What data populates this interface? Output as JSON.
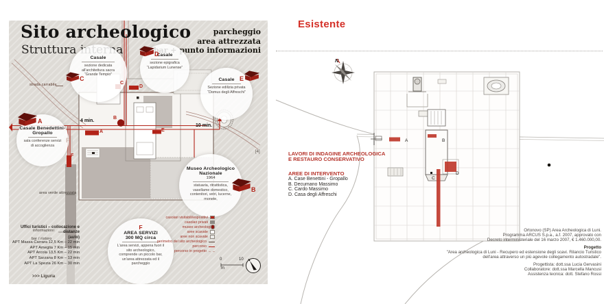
{
  "left_panel": {
    "title": "Sito archeologico",
    "subtitle": "Struttura interna",
    "services_note": {
      "lines": [
        "parcheggio",
        "area attrezzata",
        "bar + punto informazioni"
      ]
    },
    "callouts": {
      "casale_c": {
        "letter": "C",
        "title": "Casale",
        "desc": "sezione dedicata all'architettura sacra “Grande Tempio”"
      },
      "casale_d": {
        "letter": "D",
        "title": "Casale",
        "desc": "sezione epigrafica “Lapidarium Lunense”"
      },
      "casale_e": {
        "letter": "E",
        "title": "Casale",
        "desc": "Sezione edilizia privata “Domus degli Affreschi”"
      },
      "casale_a": {
        "letter": "A",
        "title": "Casale Benedettini-Gropallo",
        "desc": "sala conferenze servizi di accoglienza"
      },
      "museo_b": {
        "letter": "B",
        "title": "Museo Archeologico Nazionale",
        "year": "1964",
        "desc": "statuaria, ritrattistica, vasellame domestico, contenitori, vetri, lucerne, monete,"
      },
      "area_f": {
        "letter": "F",
        "title": "AREA SERVIZI",
        "subtitle": "300 MQ circa",
        "desc": "L'area servizi, appena fuori il sito archeologico, comprende un piccolo bar, un'area attrezzata ed il parcheggio"
      }
    },
    "map": {
      "labels": {
        "strada_carrabile": "strada carrabile",
        "informazioni": "informazioni",
        "bar_ristoro": "bar / ristoro",
        "area_verde": "area verde attrezzata",
        "walk_time_1": "4 min.",
        "walk_time_2": "10 min.",
        "parking": "P",
        "marker_a": "A",
        "marker_b": "B",
        "marker_c": "C",
        "marker_d": "D",
        "marker_e": "E",
        "marker_f": "F",
        "figure_ref": "[4]"
      }
    },
    "tourist_offices": {
      "heading": "Uffici turistici – collocazione e distanze",
      "heading_suffix": "(auto)",
      "items": [
        "APT Massa Carrara 12,5 Km – 22 min",
        "APT Ameglia  7 Km – 15 min",
        "APT Arcola  13,5 Km – 22 min",
        "APT Sarzana 8 Km – 13 min",
        "APT La Spezia 26 Km – 30 min"
      ]
    },
    "region_link": ">>> Liguria",
    "legend": {
      "items": [
        {
          "label": "casolari visitabili/espositivi",
          "swatch": "square",
          "color": "#b22318"
        },
        {
          "label": "casolari privati",
          "swatch": "square",
          "color": "#8e8a85"
        },
        {
          "label": "museo archeologico",
          "swatch": "circle",
          "color": "#8f1610"
        },
        {
          "label": "aree scavate",
          "swatch": "square",
          "color": "#ffffff"
        },
        {
          "label": "aree non scavate",
          "swatch": "square",
          "color": "#ecebe8"
        },
        {
          "label": "perimetro del sito archeologico",
          "swatch": "line",
          "color": "#5a4338"
        },
        {
          "label": "percorso",
          "swatch": "line",
          "color": "#b22318"
        },
        {
          "label": "percorso in progetto",
          "swatch": "dashed-line",
          "color": "#c8a69d"
        }
      ]
    },
    "scale_bar": {
      "start": "0",
      "end": "10",
      "unit": "m"
    }
  },
  "right_panel": {
    "title": "Esistente",
    "compass_label": "N",
    "works": {
      "line1": "LAVORI DI INDAGINE ARCHEOLOGICA",
      "line2": "E RESTAURO CONSERVATIVO"
    },
    "interventions": {
      "heading": "AREE DI INTERVENTO",
      "items": [
        "A. Case Benettini - Gropallo",
        "B. Decumano Massimo",
        "C. Cardo Massimo",
        "D. Casa degli Affreschi"
      ]
    },
    "map_markers": {
      "a": "A",
      "b": "B",
      "c": "C",
      "d": "D"
    },
    "credits": {
      "line1": "Ortonovo (SP) Area Archeologica di Luni.",
      "line2": "Programma ARCUS S.p.a., a.f. 2007, approvato con",
      "line3": "Decreto interministeriale  del 16 marzo 2007, € 1.460.000,00.",
      "project_label": "Progetto",
      "project_line1": "\"Area archeologica di Luni - Recupero ed estensione degli scavi. Rilancio Turistico",
      "project_line2": "dell'area attraverso un più agevole collegamento autostradale\".",
      "credit1": "Progettista: dott.ssa Lucia Gervasini",
      "credit2": "Collaboratore: dott.ssa Marcella Mancusi",
      "credit3": "Assistenza tecnica: dott. Stefano Rossi"
    }
  },
  "colors": {
    "accent_red": "#b22318",
    "panel_bg": "#dedbd6",
    "dark_red": "#7c140e"
  }
}
